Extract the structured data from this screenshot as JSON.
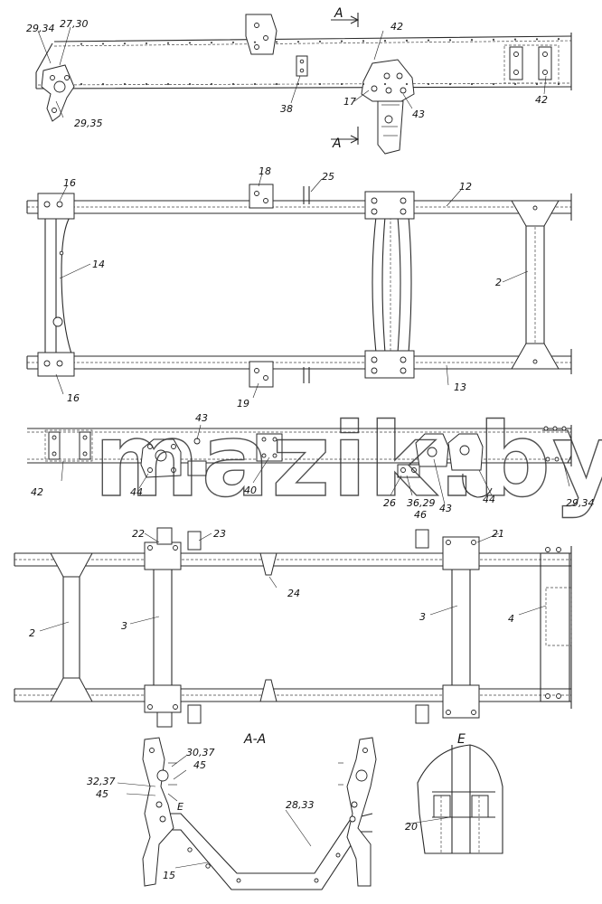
{
  "watermark": "mazik.by",
  "view1": {
    "labels": {
      "l_29_34": "29,34",
      "l_27_30": "27,30",
      "l_29_35": "29,35",
      "l_38": "38",
      "l_42a": "42",
      "l_17": "17",
      "l_43": "43",
      "l_42b": "42",
      "sec_a_top": "A",
      "sec_a_bot": "A"
    }
  },
  "view2": {
    "labels": {
      "l_16a": "16",
      "l_18": "18",
      "l_25": "25",
      "l_12": "12",
      "l_14": "14",
      "l_2": "2",
      "l_16b": "16",
      "l_19": "19",
      "l_13": "13"
    }
  },
  "view3": {
    "labels": {
      "l_43": "43",
      "l_42": "42",
      "l_44a": "44",
      "l_40": "40",
      "l_26": "26",
      "l_36_29_46": "36,29\n46",
      "l_43b": "43",
      "l_44b": "44",
      "l_29_34": "29,34"
    }
  },
  "view4": {
    "labels": {
      "l_22": "22",
      "l_23": "23",
      "l_21": "21",
      "l_24": "24",
      "l_2": "2",
      "l_3a": "3",
      "l_3b": "3",
      "l_4": "4"
    }
  },
  "view5": {
    "section_title": "A-A",
    "detail_title": "E",
    "labels": {
      "l_30_37": "30,37",
      "l_45a": "45",
      "l_32_37": "32,37",
      "l_45b": "45",
      "l_E": "E",
      "l_28_33": "28,33",
      "l_15": "15",
      "l_20": "20"
    }
  }
}
